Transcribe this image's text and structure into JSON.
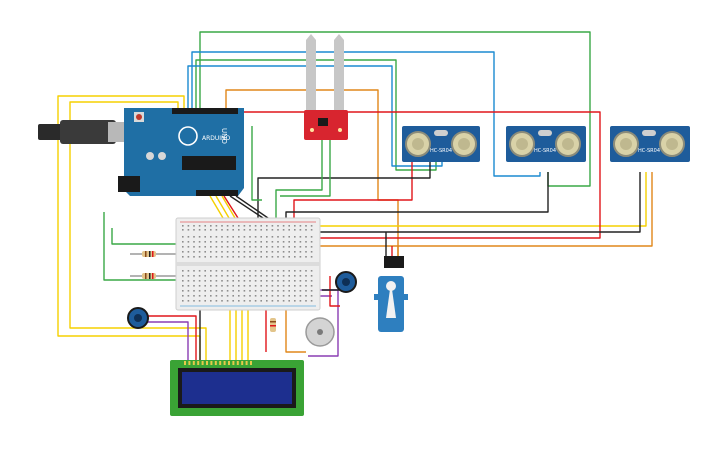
{
  "app": {
    "title": "",
    "background": "#ffffff"
  },
  "components": {
    "arduino": {
      "label": "ARDUINO",
      "model": "UNO",
      "color": "#1f6fa5"
    },
    "soil_sensor": {
      "color": "#d8252f"
    },
    "ultrasonic_sensors": [
      {
        "label": "HC-SR04"
      },
      {
        "label": "HC-SR04"
      },
      {
        "label": "HC-SR04"
      }
    ],
    "breadboard": {
      "color": "#eeeeee"
    },
    "servo": {
      "color": "#2e7fbf"
    },
    "lcd": {
      "pcb_color": "#3aa335",
      "screen_color": "#1d2f8f"
    },
    "potentiometers": 2,
    "buzzer": {
      "color": "#cfcfcf"
    }
  },
  "wire_colors": {
    "red": "#e0161b",
    "green": "#3aa846",
    "blue": "#1b8ad1",
    "yellow": "#f5d000",
    "orange": "#e0871a",
    "black": "#222222",
    "purple": "#8a3db4",
    "grey": "#9a9a9a"
  }
}
